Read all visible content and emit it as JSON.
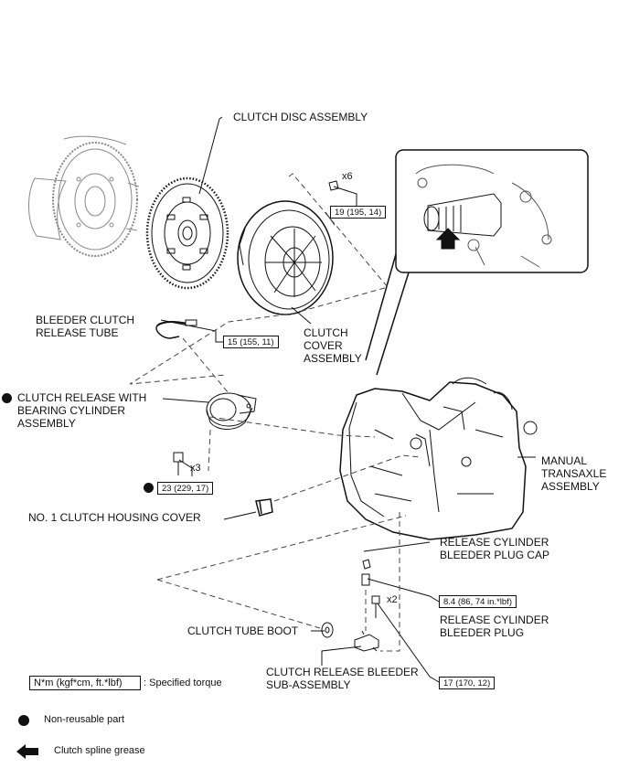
{
  "callouts": {
    "clutch_disc": "CLUTCH DISC ASSEMBLY",
    "bleeder_tube": [
      "BLEEDER CLUTCH",
      "RELEASE TUBE"
    ],
    "clutch_cover": [
      "CLUTCH",
      "COVER",
      "ASSEMBLY"
    ],
    "release_bearing": [
      "CLUTCH RELEASE WITH",
      "BEARING CYLINDER",
      "ASSEMBLY"
    ],
    "housing_cover": "NO. 1 CLUTCH HOUSING COVER",
    "transaxle": [
      "MANUAL",
      "TRANSAXLE",
      "ASSEMBLY"
    ],
    "plug_cap": [
      "RELEASE CYLINDER",
      "BLEEDER PLUG CAP"
    ],
    "plug": [
      "RELEASE CYLINDER",
      "BLEEDER PLUG"
    ],
    "tube_boot": "CLUTCH TUBE BOOT",
    "bleeder_sub": [
      "CLUTCH RELEASE BLEEDER",
      "SUB-ASSEMBLY"
    ]
  },
  "quantities": {
    "x6": "x6",
    "x3": "x3",
    "x2": "x2"
  },
  "torques": {
    "t19": "19 (195, 14)",
    "t15": "15 (155, 11)",
    "t23": "23 (229, 17)",
    "t84": "8.4 (86, 74 in.*lbf)",
    "t17": "17 (170, 12)"
  },
  "legend": {
    "torque_box": "N*m (kgf*cm, ft.*lbf)",
    "torque_desc": ": Specified torque",
    "nonreusable": "Non-reusable part",
    "grease": "Clutch spline grease"
  },
  "icons": {
    "nonreusable": "filled-circle-icon",
    "grease": "left-arrow-icon"
  }
}
